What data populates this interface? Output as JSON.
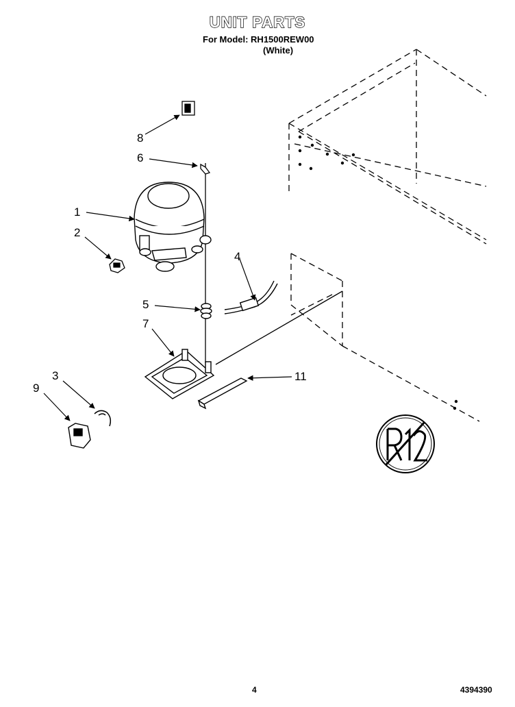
{
  "header": {
    "title": "UNIT PARTS",
    "model_line": "For Model: RH1500REW00",
    "variant": "(White)"
  },
  "callouts": [
    "1",
    "2",
    "3",
    "4",
    "5",
    "6",
    "7",
    "8",
    "9",
    "11"
  ],
  "footer": {
    "page_number": "4",
    "document_number": "4394390"
  }
}
